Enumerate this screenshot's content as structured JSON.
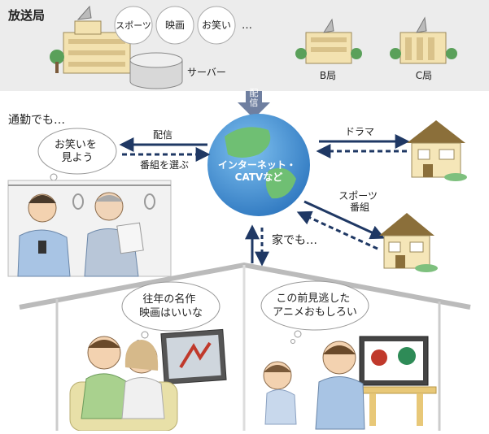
{
  "broadcast": {
    "title": "放送局",
    "genres": [
      "スポーツ",
      "映画",
      "お笑い"
    ],
    "ellipsis": "…",
    "server_label": "サーバー",
    "station_b": "B局",
    "station_c": "C局"
  },
  "delivery_label": "配信",
  "commute": {
    "title": "通勤でも…",
    "bubble": [
      "お笑いを",
      "見よう"
    ],
    "deliver_label": "配信",
    "select_label": "番組を選ぶ"
  },
  "globe_label": [
    "インターネット・",
    "CATVなど"
  ],
  "right": {
    "drama_label": "ドラマ",
    "sports_label": [
      "スポーツ",
      "番組"
    ]
  },
  "home_label": "家でも…",
  "home": {
    "bubble_left": [
      "往年の名作",
      "映画はいいな"
    ],
    "bubble_right": [
      "この前見逃した",
      "アニメおもしろい"
    ]
  },
  "colors": {
    "band": "#ececec",
    "arrow": "#1f3864",
    "globe": "#3a8bd0",
    "land": "#6fbf73",
    "house_wall": "#f5e6b8",
    "house_roof": "#8b6f3a",
    "shirt_blue": "#a8c4e4",
    "shirt_green": "#a9d18e",
    "sofa": "#e8e0a8"
  }
}
